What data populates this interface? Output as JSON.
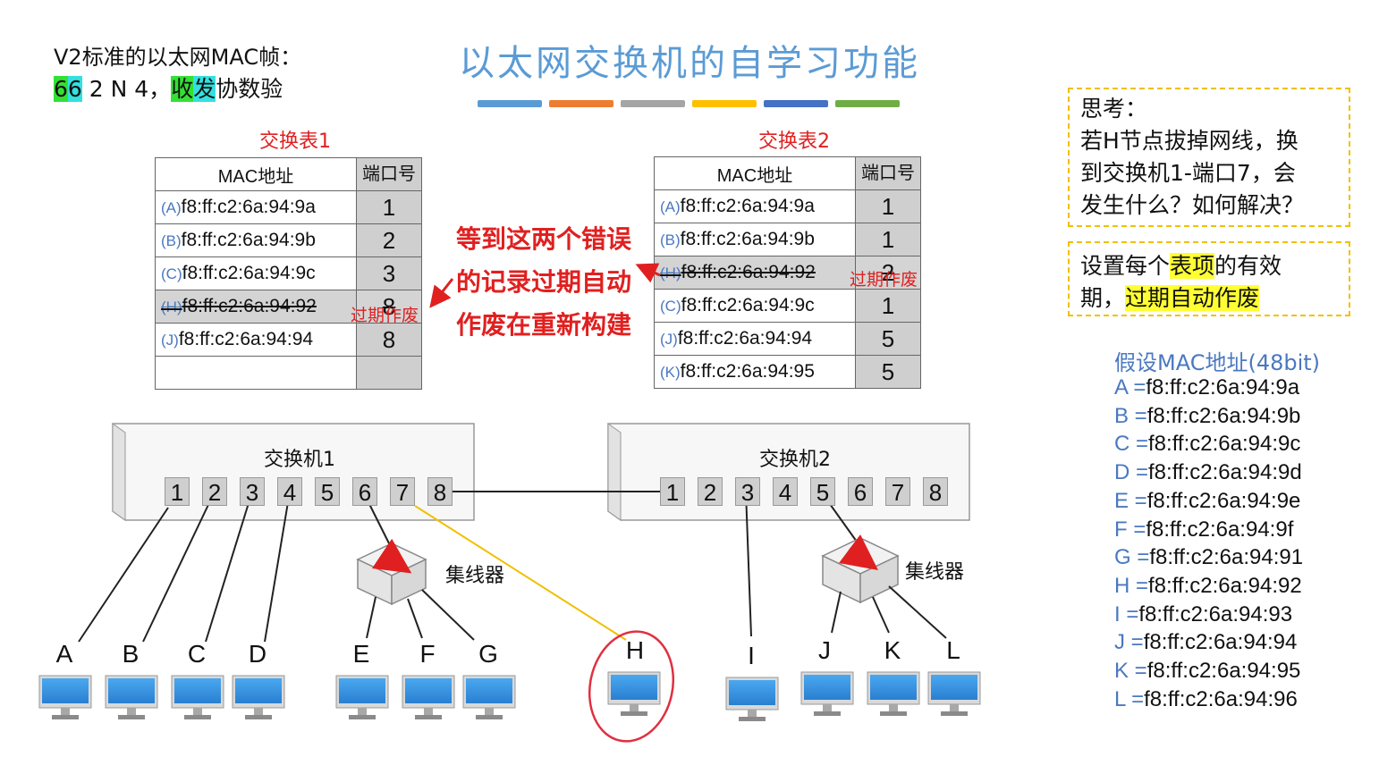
{
  "title": "以太网交换机的自学习功能",
  "frame_format": {
    "line1": "V2标准的以太网MAC帧：",
    "f1": "6",
    "f2": "6",
    "rest": "2 N 4，",
    "h1": "收",
    "h2": "发",
    "tail": "协数验"
  },
  "color_bars": [
    "#5b9bd5",
    "#ed7d31",
    "#a5a5a5",
    "#ffc000",
    "#4472c4",
    "#70ad47"
  ],
  "table1": {
    "title": "交换表1",
    "header": [
      "MAC地址",
      "端口号"
    ],
    "rows": [
      {
        "tag": "(A)",
        "mac": "f8:ff:c2:6a:94:9a",
        "port": "1"
      },
      {
        "tag": "(B)",
        "mac": "f8:ff:c2:6a:94:9b",
        "port": "2"
      },
      {
        "tag": "(C)",
        "mac": "f8:ff:c2:6a:94:9c",
        "port": "3"
      },
      {
        "tag": "(H)",
        "mac": "f8:ff:c2:6a:94:92",
        "port": "8"
      },
      {
        "tag": "(J)",
        "mac": "f8:ff:c2:6a:94:94",
        "port": "8"
      }
    ],
    "expired_note": "过期作废"
  },
  "table2": {
    "title": "交换表2",
    "header": [
      "MAC地址",
      "端口号"
    ],
    "rows": [
      {
        "tag": "(A)",
        "mac": "f8:ff:c2:6a:94:9a",
        "port": "1"
      },
      {
        "tag": "(B)",
        "mac": "f8:ff:c2:6a:94:9b",
        "port": "1"
      },
      {
        "tag": "(H)",
        "mac": "f8:ff:c2:6a:94:92",
        "port": "2"
      },
      {
        "tag": "(C)",
        "mac": "f8:ff:c2:6a:94:9c",
        "port": "1"
      },
      {
        "tag": "(J)",
        "mac": "f8:ff:c2:6a:94:94",
        "port": "5"
      },
      {
        "tag": "(K)",
        "mac": "f8:ff:c2:6a:94:95",
        "port": "5"
      }
    ],
    "expired_note": "过期作废"
  },
  "red_note": [
    "等到这两个错误",
    "的记录过期自动",
    "作废在重新构建"
  ],
  "think_box": {
    "l1": "思考：",
    "l2": "若H节点拔掉网线，换",
    "l3": "到交换机1-端口7，会",
    "l4": "发生什么？如何解决？"
  },
  "answer_box": {
    "p1": "设置每个",
    "h1": "表项",
    "p2": "的有效",
    "p3": "期，",
    "h2": "过期自动作废"
  },
  "mac_list": {
    "title": "假设MAC地址(48bit)",
    "items": [
      {
        "k": "A",
        "v": "f8:ff:c2:6a:94:9a"
      },
      {
        "k": "B",
        "v": "f8:ff:c2:6a:94:9b"
      },
      {
        "k": "C",
        "v": "f8:ff:c2:6a:94:9c"
      },
      {
        "k": "D",
        "v": "f8:ff:c2:6a:94:9d"
      },
      {
        "k": "E",
        "v": "f8:ff:c2:6a:94:9e"
      },
      {
        "k": "F",
        "v": "f8:ff:c2:6a:94:9f"
      },
      {
        "k": "G",
        "v": "f8:ff:c2:6a:94:91"
      },
      {
        "k": "H",
        "v": "f8:ff:c2:6a:94:92"
      },
      {
        "k": "I",
        "v": "f8:ff:c2:6a:94:93"
      },
      {
        "k": "J",
        "v": "f8:ff:c2:6a:94:94"
      },
      {
        "k": "K",
        "v": "f8:ff:c2:6a:94:95"
      },
      {
        "k": "L",
        "v": "f8:ff:c2:6a:94:96"
      }
    ]
  },
  "switch1": {
    "label": "交换机1",
    "ports": [
      "1",
      "2",
      "3",
      "4",
      "5",
      "6",
      "7",
      "8"
    ]
  },
  "switch2": {
    "label": "交换机2",
    "ports": [
      "1",
      "2",
      "3",
      "4",
      "5",
      "6",
      "7",
      "8"
    ]
  },
  "hub_label": "集线器",
  "nodes": [
    "A",
    "B",
    "C",
    "D",
    "E",
    "F",
    "G",
    "H",
    "I",
    "J",
    "K",
    "L"
  ],
  "colors": {
    "accent": "#5b9bd5",
    "red": "#e02020",
    "highlight_yellow": "#ffff33",
    "yellow_link": "#f0c000"
  }
}
